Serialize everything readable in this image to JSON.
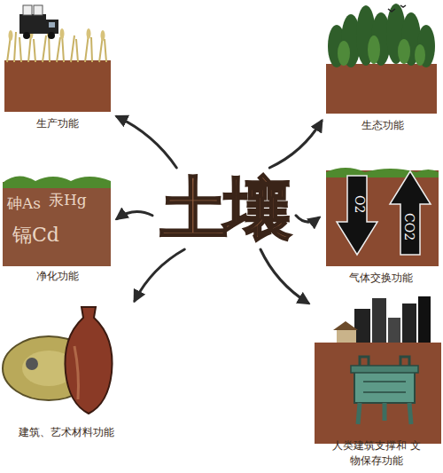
{
  "diagram": {
    "nodes": [
      {
        "text": [
          "土壤"
        ]
      },
      {
        "text": [
          "生产功能"
        ]
      },
      {
        "text": [
          "生态功能"
        ]
      },
      {
        "text": [
          "净化功能"
        ]
      },
      {
        "text": [
          "气体交换功能"
        ]
      },
      {
        "text": [
          "建筑、艺术材料功能"
        ]
      },
      {
        "text": [
          "人类建筑支撑和 文物保存功能"
        ]
      }
    ],
    "edges": [
      {
        "from": 0,
        "to": 1,
        "arrow": "to"
      },
      {
        "from": 0,
        "to": 2,
        "arrow": "to"
      },
      {
        "from": 0,
        "to": 3,
        "arrow": "to"
      },
      {
        "from": 0,
        "to": 4,
        "arrow": "to"
      },
      {
        "from": 0,
        "to": 5,
        "arrow": "to"
      },
      {
        "from": 0,
        "to": 6,
        "arrow": "to"
      }
    ],
    "labels": [
      "砷As",
      "汞Hg",
      "镉Cd",
      "O2",
      "CO2"
    ]
  }
}
